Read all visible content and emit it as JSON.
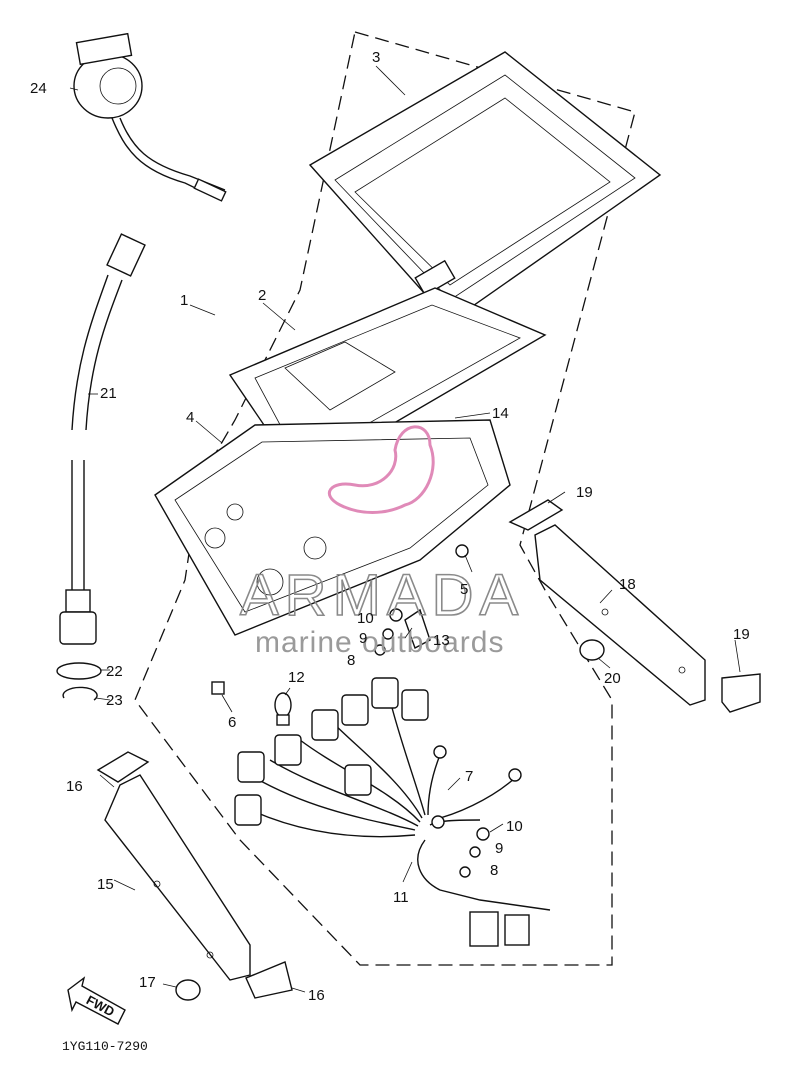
{
  "callouts": [
    "1",
    "2",
    "3",
    "4",
    "5",
    "6",
    "7",
    "8",
    "8",
    "9",
    "9",
    "10",
    "10",
    "11",
    "12",
    "13",
    "14",
    "15",
    "16",
    "16",
    "17",
    "18",
    "19",
    "19",
    "20",
    "21",
    "22",
    "23",
    "24"
  ],
  "watermark": {
    "brand": "ARMADA",
    "subtitle": "marine outboards",
    "logo_color": "#e08ab8"
  },
  "fwd_label": "FWD",
  "drawing_code": "1YG110-7290"
}
